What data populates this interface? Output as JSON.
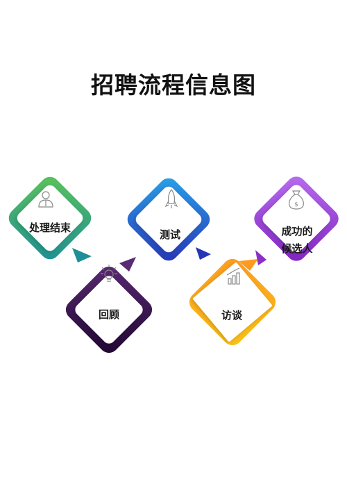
{
  "title": "招聘流程信息图",
  "steps": [
    {
      "label": "处理结束",
      "icon": "person-icon",
      "colors": [
        "#5cc35a",
        "#1d8f96"
      ]
    },
    {
      "label": "回顾",
      "icon": "lightbulb-icon",
      "colors": [
        "#5a2a73",
        "#1e0630"
      ]
    },
    {
      "label": "测试",
      "icon": "rocket-icon",
      "colors": [
        "#29a3e8",
        "#2734b8"
      ]
    },
    {
      "label": "访谈",
      "icon": "bar-chart-icon",
      "colors": [
        "#ff9a1f",
        "#f6c21a"
      ]
    },
    {
      "label_line1": "成功的",
      "label_line2": "候选人",
      "icon": "money-bag-icon",
      "colors": [
        "#a85ce6",
        "#8a2fc9"
      ]
    }
  ]
}
